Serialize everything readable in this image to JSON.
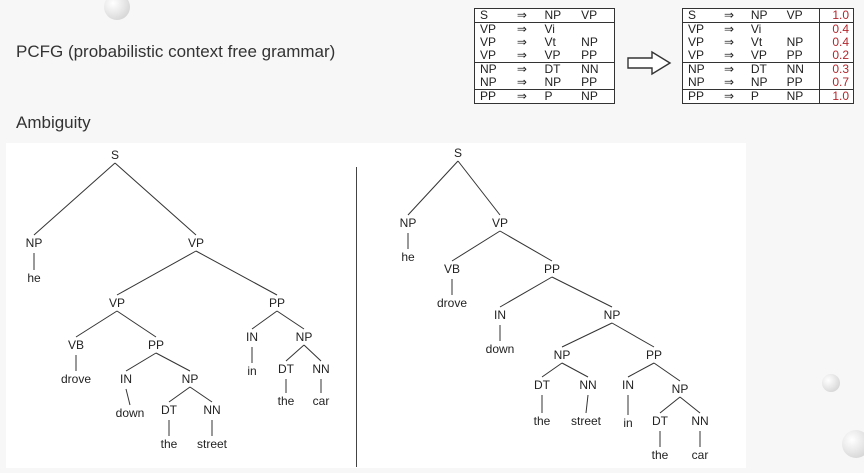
{
  "slide": {
    "title_pcfg": "PCFG (probabilistic context free grammar)",
    "title_ambiguity": "Ambiguity",
    "arrow_icon": "hollow-right-arrow-icon"
  },
  "grammar_rules": [
    {
      "lhs": "S",
      "arrow": "⇒",
      "rhs1": "NP",
      "rhs2": "VP",
      "prob": "1.0",
      "group": 0
    },
    {
      "lhs": "VP",
      "arrow": "⇒",
      "rhs1": "Vi",
      "rhs2": "",
      "prob": "0.4",
      "group": 1
    },
    {
      "lhs": "VP",
      "arrow": "⇒",
      "rhs1": "Vt",
      "rhs2": "NP",
      "prob": "0.4",
      "group": 1
    },
    {
      "lhs": "VP",
      "arrow": "⇒",
      "rhs1": "VP",
      "rhs2": "PP",
      "prob": "0.2",
      "group": 1
    },
    {
      "lhs": "NP",
      "arrow": "⇒",
      "rhs1": "DT",
      "rhs2": "NN",
      "prob": "0.3",
      "group": 2
    },
    {
      "lhs": "NP",
      "arrow": "⇒",
      "rhs1": "NP",
      "rhs2": "PP",
      "prob": "0.7",
      "group": 2
    },
    {
      "lhs": "PP",
      "arrow": "⇒",
      "rhs1": "P",
      "rhs2": "NP",
      "prob": "1.0",
      "group": 3
    }
  ],
  "tree_left": {
    "nodes": [
      {
        "id": "S",
        "label": "S",
        "edges": []
      },
      {
        "id": "NP1",
        "label": "NP"
      },
      {
        "id": "he",
        "label": "he"
      },
      {
        "id": "VP1",
        "label": "VP"
      },
      {
        "id": "VP2",
        "label": "VP"
      },
      {
        "id": "PP1",
        "label": "PP"
      },
      {
        "id": "VB",
        "label": "VB"
      },
      {
        "id": "drove",
        "label": "drove"
      },
      {
        "id": "PP2",
        "label": "PP"
      },
      {
        "id": "IN1",
        "label": "IN"
      },
      {
        "id": "down",
        "label": "down"
      },
      {
        "id": "NP2",
        "label": "NP"
      },
      {
        "id": "DT1",
        "label": "DT"
      },
      {
        "id": "the1",
        "label": "the"
      },
      {
        "id": "NN1",
        "label": "NN"
      },
      {
        "id": "street",
        "label": "street"
      },
      {
        "id": "IN2",
        "label": "IN"
      },
      {
        "id": "in",
        "label": "in"
      },
      {
        "id": "NP3",
        "label": "NP"
      },
      {
        "id": "DT2",
        "label": "DT"
      },
      {
        "id": "the2",
        "label": "the"
      },
      {
        "id": "NN2",
        "label": "NN"
      },
      {
        "id": "car",
        "label": "car"
      }
    ]
  },
  "tree_right": {
    "nodes": [
      {
        "id": "S",
        "label": "S"
      },
      {
        "id": "NP1",
        "label": "NP"
      },
      {
        "id": "he",
        "label": "he"
      },
      {
        "id": "VP1",
        "label": "VP"
      },
      {
        "id": "VB",
        "label": "VB"
      },
      {
        "id": "drove",
        "label": "drove"
      },
      {
        "id": "PP1",
        "label": "PP"
      },
      {
        "id": "IN1",
        "label": "IN"
      },
      {
        "id": "down",
        "label": "down"
      },
      {
        "id": "NP2",
        "label": "NP"
      },
      {
        "id": "NP3",
        "label": "NP"
      },
      {
        "id": "DT1",
        "label": "DT"
      },
      {
        "id": "the1",
        "label": "the"
      },
      {
        "id": "NN1",
        "label": "NN"
      },
      {
        "id": "street",
        "label": "street"
      },
      {
        "id": "PP2",
        "label": "PP"
      },
      {
        "id": "IN2",
        "label": "IN"
      },
      {
        "id": "in",
        "label": "in"
      },
      {
        "id": "NP4",
        "label": "NP"
      },
      {
        "id": "DT2",
        "label": "DT"
      },
      {
        "id": "the2",
        "label": "the"
      },
      {
        "id": "NN2",
        "label": "NN"
      },
      {
        "id": "car",
        "label": "car"
      }
    ]
  }
}
